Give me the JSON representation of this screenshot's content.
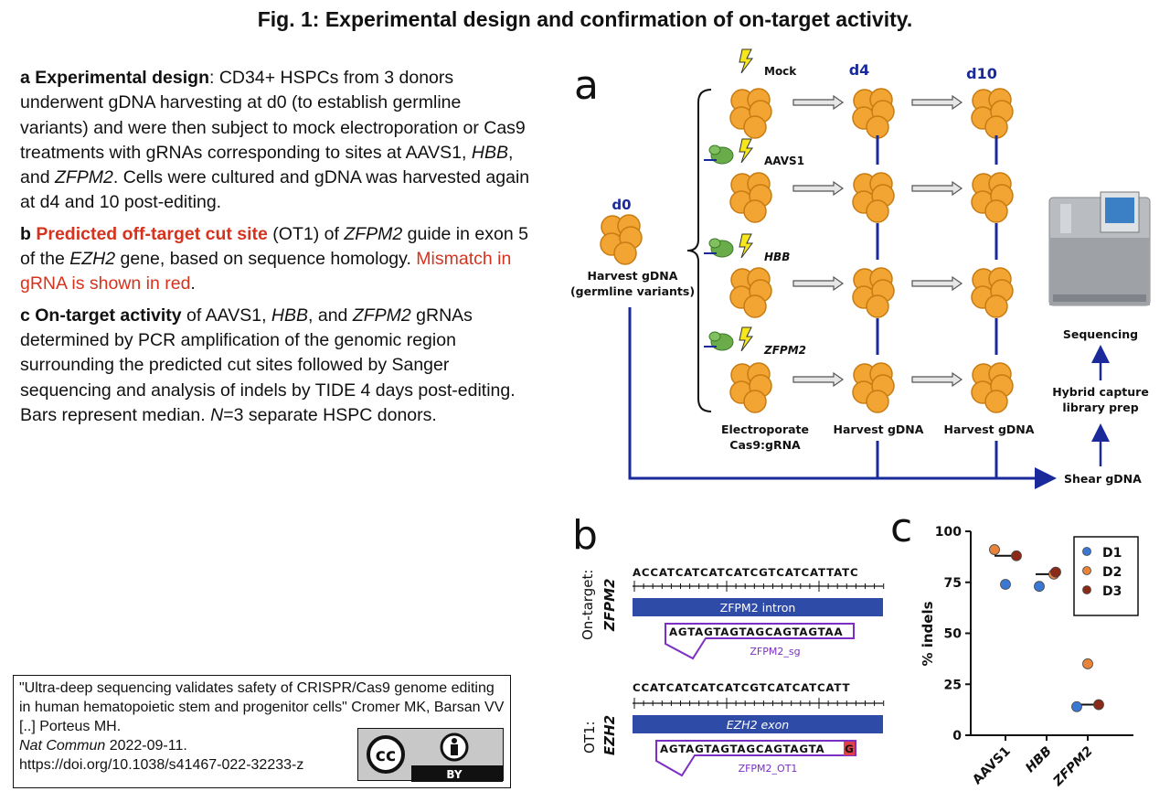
{
  "title": "Fig. 1: Experimental design and confirmation of on-target activity.",
  "caption": {
    "a": {
      "head": "a Experimental design",
      "t1": ": CD34+ HSPCs from 3 donors underwent gDNA harvesting at d0 (to establish germline variants) and were then subject to mock electroporation or Cas9 treatments with gRNAs corresponding to sites at AAVS1, ",
      "hbb": "HBB",
      "t2": ", and ",
      "zfpm2": "ZFPM2",
      "t3": ". Cells were cultured and gDNA was harvested again at d4 and 10 post-editing."
    },
    "b": {
      "letter": "b ",
      "head": "Predicted off-target cut site",
      "t1": " (OT1) of ",
      "zfpm2": "ZFPM2",
      "t2": " guide in exon 5 of the ",
      "ezh2": "EZH2",
      "t3": " gene, based on sequence homology. ",
      "mismatch": "Mismatch in gRNA is shown in red",
      "t4": "."
    },
    "c": {
      "head": "c On-target activity",
      "t1": " of AAVS1, ",
      "hbb": "HBB",
      "t2": ", and ",
      "zfpm2": "ZFPM2",
      "t3": " gRNAs determined by PCR amplification of the genomic region surrounding the predicted cut sites followed by Sanger sequencing and analysis of indels by TIDE 4 days post-editing. Bars represent median. ",
      "n": "N",
      "t4": "=3 separate HSPC donors."
    }
  },
  "citation": {
    "line1": "\"Ultra-deep sequencing validates safety of CRISPR/Cas9 genome editing in human hematopoietic stem and progenitor cells\" Cromer MK, Barsan VV [..] Porteus MH.",
    "journal": "Nat Commun",
    "date": " 2022-09-11.",
    "doi": "https://doi.org/10.1038/s41467-022-32233-z",
    "cc": "cc",
    "by": "BY"
  },
  "panel_a": {
    "label": "a",
    "d0": "d0",
    "d4": "d4",
    "d10": "d10",
    "harvest_d0_1": "Harvest gDNA",
    "harvest_d0_2": "(germline variants)",
    "conditions": [
      "Mock",
      "AAVS1",
      "HBB",
      "ZFPM2"
    ],
    "electroporate_1": "Electroporate",
    "electroporate_2": "Cas9:gRNA",
    "harvest": "Harvest gDNA",
    "sequencing": "Sequencing",
    "hybrid_1": "Hybrid capture",
    "hybrid_2": "library prep",
    "shear": "Shear gDNA"
  },
  "panel_b": {
    "label": "b",
    "on_target_1": "On-target:",
    "on_target_2": "ZFPM2",
    "ot1_1": "OT1:",
    "ot1_2": "EZH2",
    "seq_top": "ACCATCATCATCATCGTCATCATTATC",
    "bar_top": "ZFPM2 intron",
    "guide_top": "AGTAGTAGTAGCAGTAGTAA",
    "guide_top_name": "ZFPM2_sg",
    "seq_bottom": "CCATCATCATCATCGTCATCATCATT",
    "bar_bottom": "EZH2 exon",
    "guide_bottom": "AGTAGTAGTAGCAGTAGTA",
    "mismatch_base": "G",
    "guide_bottom_name": "ZFPM2_OT1"
  },
  "panel_c": {
    "label": "c"
  },
  "chart_data": {
    "type": "scatter",
    "ylabel": "% indels",
    "xlabel": "",
    "categories": [
      "AAVS1",
      "HBB",
      "ZFPM2"
    ],
    "ylim": [
      0,
      100
    ],
    "yticks": [
      0,
      25,
      50,
      75,
      100
    ],
    "legend_position": "top-right",
    "series": [
      {
        "name": "D1",
        "color": "#3a78d4",
        "values": [
          74,
          73,
          14
        ]
      },
      {
        "name": "D2",
        "color": "#e8843a",
        "values": [
          91,
          79,
          35
        ]
      },
      {
        "name": "D3",
        "color": "#8a2a17",
        "values": [
          88,
          80,
          15
        ]
      }
    ],
    "medians": [
      88,
      79,
      15
    ]
  }
}
